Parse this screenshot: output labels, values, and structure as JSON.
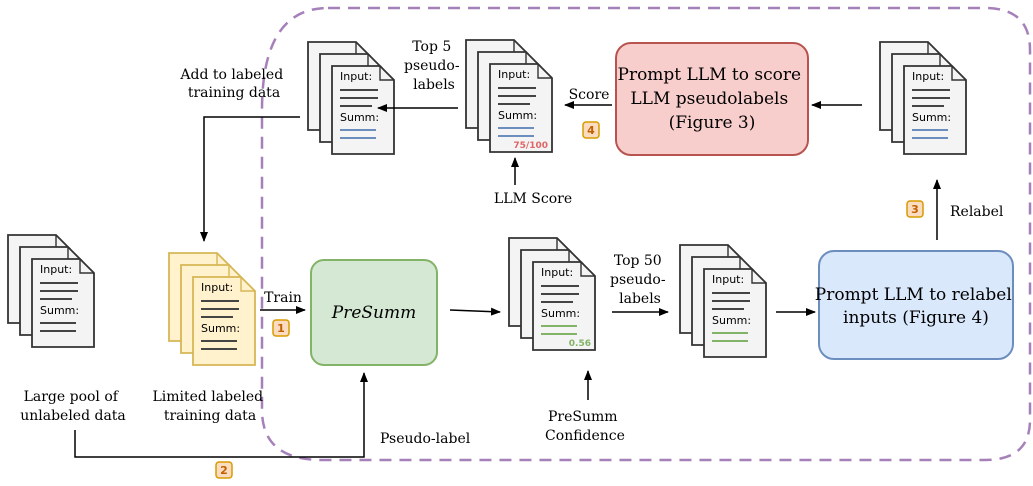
{
  "colors": {
    "doc_fill": "#f4f4f4",
    "doc_stroke": "#333333",
    "yellow_fill": "#fff2cc",
    "yellow_stroke": "#d6b656",
    "green_fill": "#d5e8d4",
    "green_stroke": "#82b366",
    "red_fill": "#f8cecc",
    "red_stroke": "#b85450",
    "blue_fill": "#dae8fc",
    "blue_stroke": "#6c8ebf",
    "badge_fill": "#fbdcc0",
    "badge_stroke": "#d79b00",
    "dashed_border": "#a680b8",
    "summ_blue": "#6c8ebf",
    "summ_green": "#82b366",
    "score_red": "#e06666",
    "conf_green": "#82b366"
  },
  "doc_labels": {
    "input": "Input:",
    "summ": "Summ:"
  },
  "nodes": {
    "presumm": "PreSumm",
    "score_box": [
      "Prompt LLM to score",
      "LLM pseudolabels",
      "(Figure 3)"
    ],
    "relabel_box": [
      "Prompt LLM to relabel",
      "inputs (Figure 4)"
    ]
  },
  "labels": {
    "add_to_labeled": [
      "Add to labeled",
      "training data"
    ],
    "top5": [
      "Top 5",
      "pseudo-",
      "labels"
    ],
    "score": "Score",
    "llm_score": "LLM Score",
    "relabel": "Relabel",
    "train": "Train",
    "top50": [
      "Top 50",
      "pseudo-",
      "labels"
    ],
    "presumm_confidence": [
      "PreSumm",
      "Confidence"
    ],
    "pseudo_label": "Pseudo-label",
    "large_pool": [
      "Large pool of",
      "unlabeled data"
    ],
    "limited_labeled": [
      "Limited labeled",
      "training data"
    ]
  },
  "doc_scores": {
    "llm_score_value": "75/100",
    "confidence_value": "0.56"
  },
  "badges": {
    "step1": "1",
    "step2": "2",
    "step3": "3",
    "step4": "4"
  }
}
